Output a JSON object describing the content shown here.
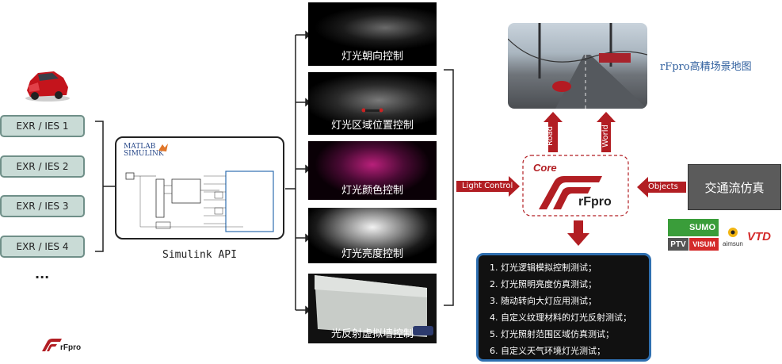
{
  "inputs": [
    "EXR / IES 1",
    "EXR / IES 2",
    "EXR / IES 3",
    "EXR / IES 4"
  ],
  "ellipsis": "...",
  "simulink": {
    "logo_line1": "MATLAB",
    "logo_line2": "SIMULINK",
    "caption": "Simulink API"
  },
  "panels": [
    "灯光朝向控制",
    "灯光区域位置控制",
    "灯光颜色控制",
    "灯光亮度控制",
    "光反射虚拟墙控制"
  ],
  "map_label": "rFpro高精场景地图",
  "arrows": {
    "light_control": "Light Control",
    "road": "Road",
    "world": "World",
    "objects": "Objects"
  },
  "core": {
    "label": "Core",
    "brand": "rFpro"
  },
  "traffic": {
    "label": "交通流仿真"
  },
  "partners": {
    "sumo": "SUMO",
    "ptv": "PTV",
    "visum": "VISUM",
    "aimsun": "aimsun",
    "vtd": "VTD"
  },
  "use_cases": [
    "1.  灯光逻辑模拟控制测试；",
    "2.  灯光照明亮度仿真测试；",
    "3.   随动转向大灯应用测试；",
    "4.  自定义纹理材料的灯光反射测试；",
    "5.  灯光照射范围区域仿真测试；",
    "6.  自定义天气环境灯光测试；"
  ],
  "footer_logo": "rFpro",
  "colors": {
    "accent_red": "#b21e23",
    "dark_box": "#5b5b5b",
    "input_fill": "#c9dbd6",
    "usecase_border": "#2f6fb0"
  }
}
